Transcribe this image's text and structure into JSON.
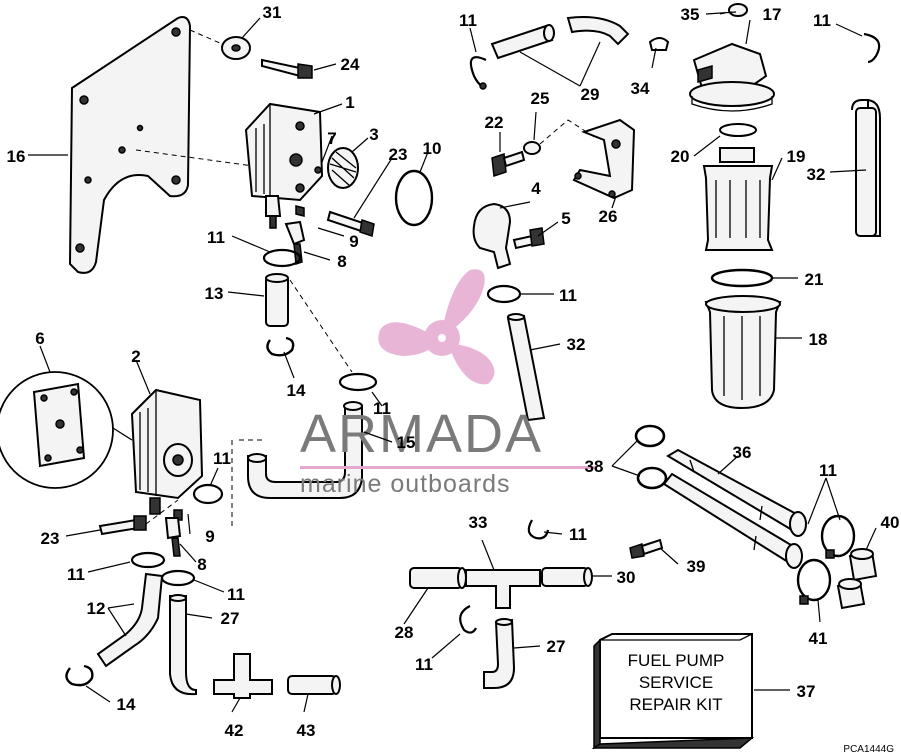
{
  "labels": {
    "n1": "1",
    "n2": "2",
    "n3": "3",
    "n4": "4",
    "n5": "5",
    "n6": "6",
    "n7": "7",
    "n8": "8",
    "n9": "9",
    "n10": "10",
    "n11": "11",
    "n12": "12",
    "n13": "13",
    "n14": "14",
    "n15": "15",
    "n16": "16",
    "n17": "17",
    "n18": "18",
    "n19": "19",
    "n20": "20",
    "n21": "21",
    "n22": "22",
    "n23": "23",
    "n24": "24",
    "n25": "25",
    "n26": "26",
    "n27": "27",
    "n28": "28",
    "n29": "29",
    "n30": "30",
    "n31": "31",
    "n32": "32",
    "n33": "33",
    "n34": "34",
    "n35": "35",
    "n36": "36",
    "n37": "37",
    "n38": "38",
    "n39": "39",
    "n40": "40",
    "n41": "41",
    "n42": "42",
    "n43": "43"
  },
  "kit_box": {
    "line1": "FUEL PUMP",
    "line2": "SERVICE",
    "line3": "REPAIR KIT"
  },
  "watermark": {
    "brand": "ARMADA",
    "tagline": "marine outboards",
    "logo": "propeller-logo",
    "color": "#e5a9cf"
  },
  "drawing_code": "PCA1444G"
}
